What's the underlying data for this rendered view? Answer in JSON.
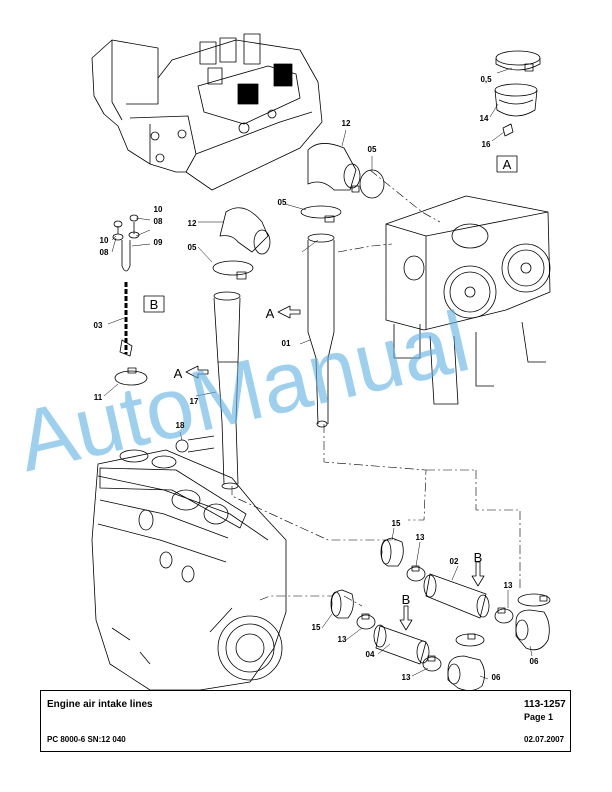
{
  "watermark": "AutoManual",
  "callouts": {
    "p12a": "12",
    "p05a": "05",
    "p05_4": "0,5",
    "p14": "14",
    "p16": "16",
    "p10a": "10",
    "p08a": "08",
    "p10b": "10",
    "p08b": "08",
    "p09": "09",
    "p12b": "12",
    "p05b": "05",
    "p05c": "05",
    "p03": "03",
    "p01": "01",
    "p11": "11",
    "p17": "17",
    "p18": "18",
    "p15a": "15",
    "p13a": "13",
    "p02": "02",
    "p13b": "13",
    "p15b": "15",
    "p13c": "13",
    "p04": "04",
    "p13d": "13",
    "p06a": "06",
    "p06b": "06"
  },
  "view_labels": {
    "a_box": "A",
    "b_box": "B",
    "a_arrow1": "A",
    "a_arrow2": "A",
    "b_arrow1": "B",
    "b_arrow2": "B"
  },
  "title_block": {
    "title": "Engine air intake lines",
    "drawing_number": "113-1257",
    "page": "Page 1",
    "model": "PC 8000-6 SN:12 040",
    "date": "02.07.2007"
  }
}
